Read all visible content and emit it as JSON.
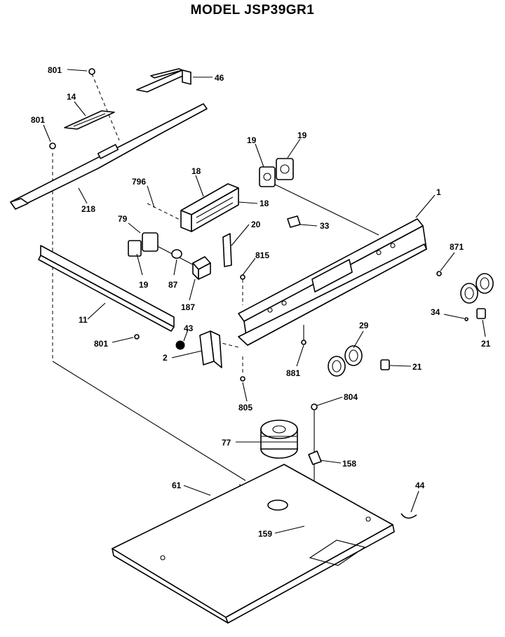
{
  "title": "MODEL JSP39GR1",
  "labels": {
    "p801a": "801",
    "p46": "46",
    "p14": "14",
    "p801b": "801",
    "p19a": "19",
    "p19b": "19",
    "p18a": "18",
    "p18b": "18",
    "p796": "796",
    "p218": "218",
    "p1": "1",
    "p79": "79",
    "p20": "20",
    "p33": "33",
    "p815": "815",
    "p871": "871",
    "p19c": "19",
    "p87": "87",
    "p187": "187",
    "p11": "11",
    "p43": "43",
    "p801c": "801",
    "p2": "2",
    "p34": "34",
    "p29": "29",
    "p21a": "21",
    "p21b": "21",
    "p881": "881",
    "p805": "805",
    "p804": "804",
    "p77": "77",
    "p158": "158",
    "p61": "61",
    "p44": "44",
    "p159": "159"
  }
}
